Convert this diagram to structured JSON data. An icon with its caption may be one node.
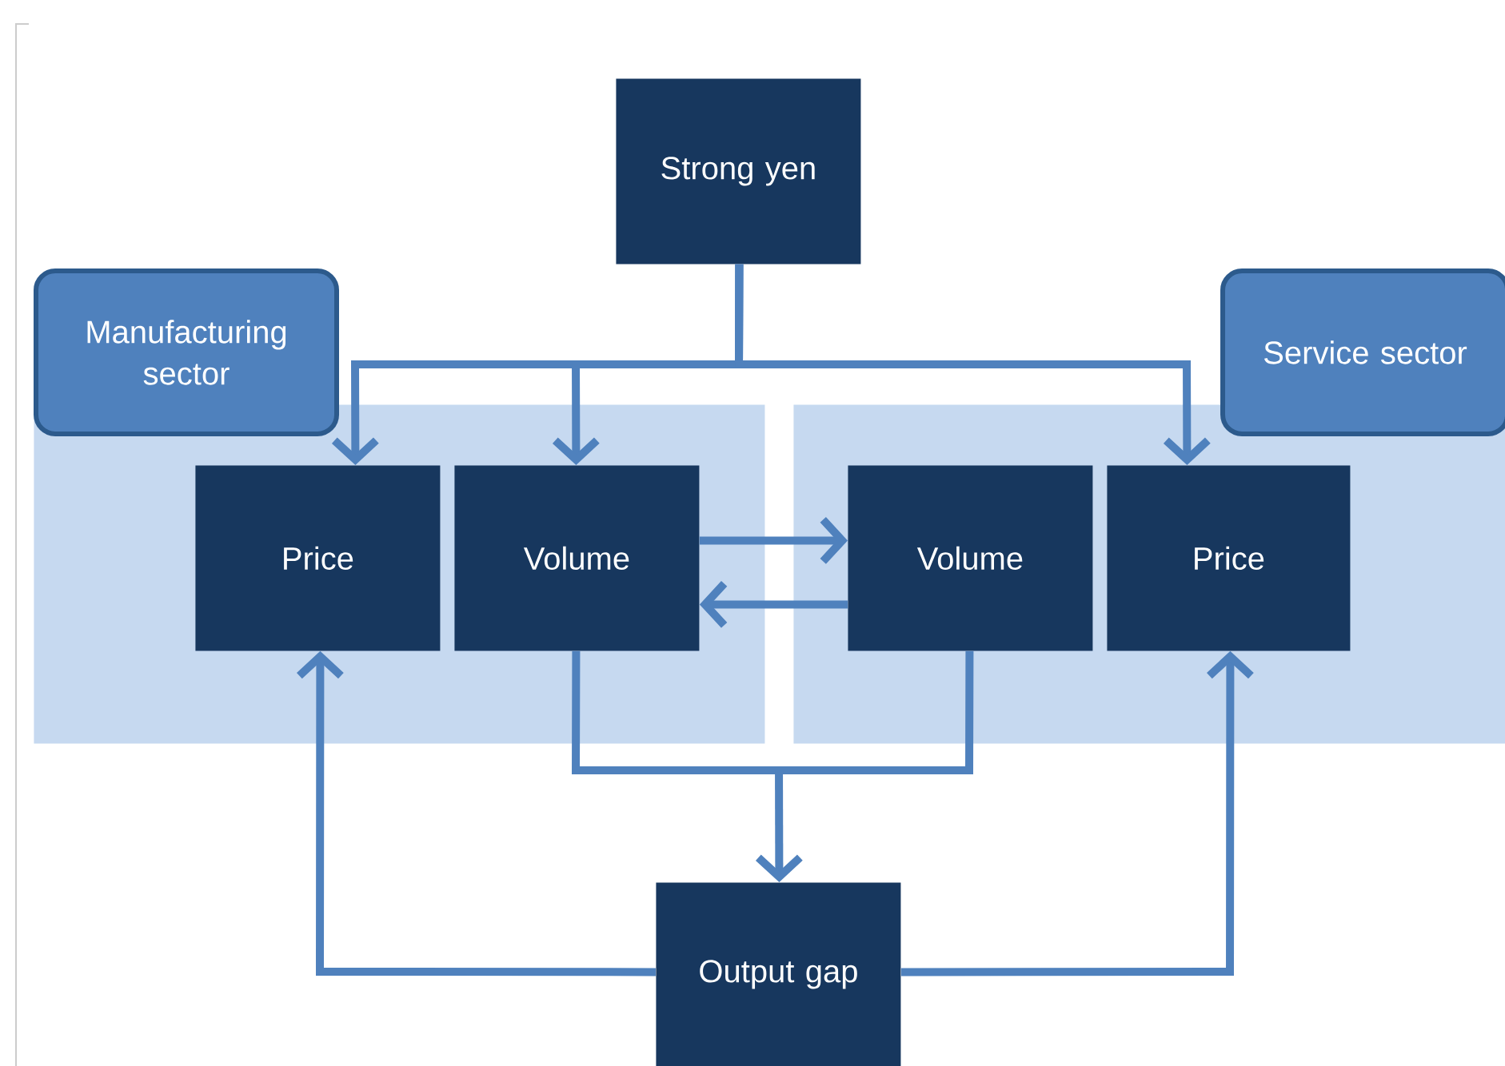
{
  "diagram": {
    "nodes": [
      {
        "text": [
          "Strong yen"
        ]
      },
      {
        "text": [
          "Manufacturing sector"
        ]
      },
      {
        "text": [],
        "shape": "box"
      },
      {
        "text": [
          "Price"
        ],
        "in": 2
      },
      {
        "text": [
          "Volume"
        ],
        "in": 2
      },
      {
        "text": [
          "Service sector"
        ]
      },
      {
        "text": [],
        "shape": "box"
      },
      {
        "text": [
          "Volume"
        ],
        "in": 6
      },
      {
        "text": [
          "Price"
        ],
        "in": 6
      },
      {
        "text": [
          "Output gap"
        ]
      }
    ],
    "edges": [
      {
        "from": 0,
        "to": 3,
        "arrow": "to"
      },
      {
        "from": 0,
        "to": 4,
        "arrow": "to"
      },
      {
        "from": 0,
        "to": 8,
        "arrow": "to"
      },
      {
        "from": 4,
        "to": 7,
        "arrow": "to"
      },
      {
        "from": 7,
        "to": 4,
        "arrow": "to"
      },
      {
        "from": 4,
        "to": 9,
        "arrow": "to"
      },
      {
        "from": 7,
        "to": 9,
        "arrow": "to"
      },
      {
        "from": 9,
        "to": 3,
        "arrow": "to"
      },
      {
        "from": 9,
        "to": 8,
        "arrow": "to"
      }
    ]
  }
}
